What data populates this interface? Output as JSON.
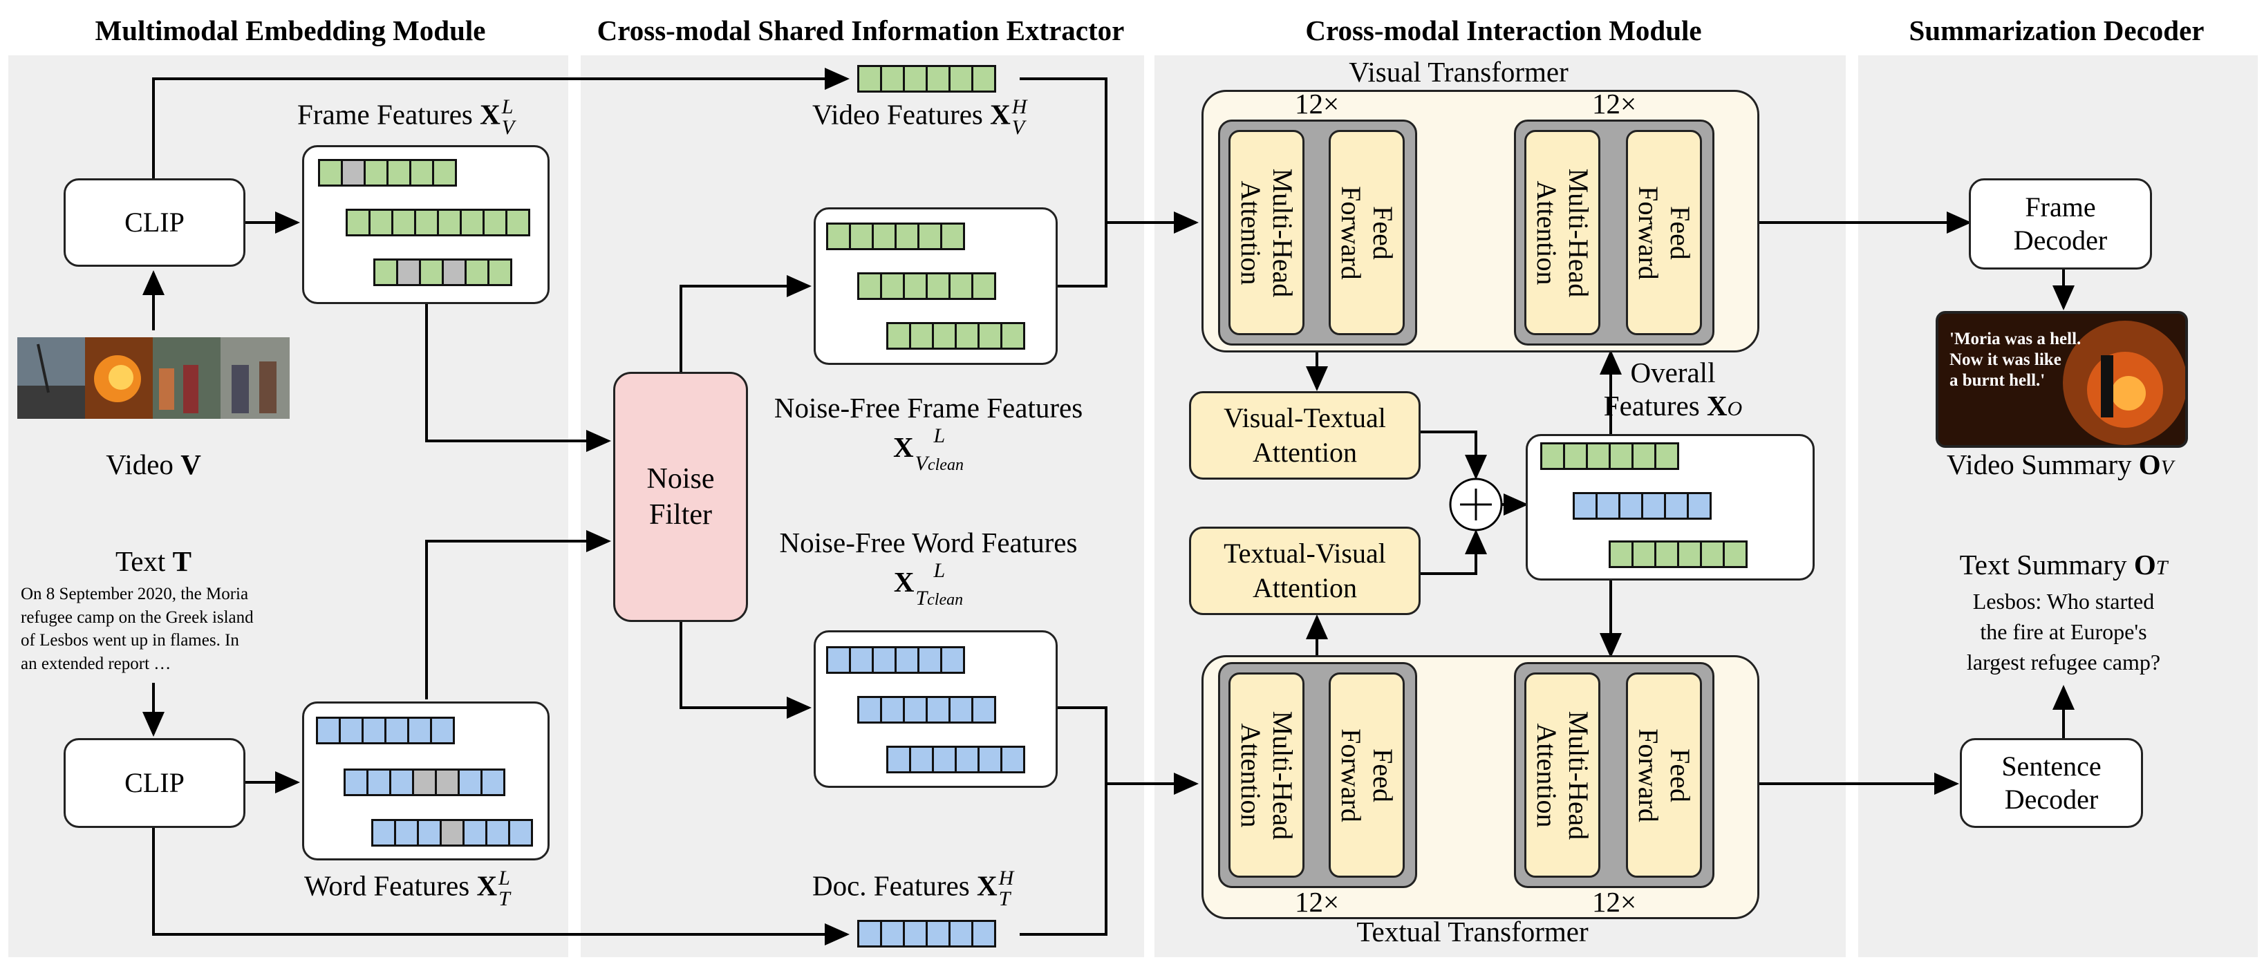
{
  "headers": {
    "embedding": "Multimodal Embedding Module",
    "extractor": "Cross-modal Shared Information Extractor",
    "interaction": "Cross-modal Interaction Module",
    "decoder": "Summarization Decoder"
  },
  "embedding": {
    "clip_top": "CLIP",
    "clip_bottom": "CLIP",
    "frame_features_label": "Frame Features",
    "frame_features_sym": "X",
    "frame_features_sup": "L",
    "frame_features_sub": "V",
    "video_label": "Video",
    "video_sym": "V",
    "text_label": "Text",
    "text_sym": "T",
    "text_paragraph": [
      "On 8 September 2020, the Moria",
      "refugee camp on the Greek island",
      "of Lesbos went up in flames. In",
      "an extended report …"
    ],
    "word_features_label": "Word Features",
    "word_features_sym": "X",
    "word_features_sup": "L",
    "word_features_sub": "T"
  },
  "extractor": {
    "video_features_label": "Video Features",
    "video_features_sym": "X",
    "video_features_sup": "H",
    "video_features_sub": "V",
    "noise_filter": "Noise Filter",
    "nf_frame_label": "Noise-Free Frame Features",
    "nf_frame_sym": "X",
    "nf_frame_sup": "L",
    "nf_frame_sub": "V",
    "nf_frame_subsub": "clean",
    "nf_word_label": "Noise-Free Word Features",
    "nf_word_sym": "X",
    "nf_word_sup": "L",
    "nf_word_sub": "T",
    "nf_word_subsub": "clean",
    "doc_features_label": "Doc. Features",
    "doc_features_sym": "X",
    "doc_features_sup": "H",
    "doc_features_sub": "T"
  },
  "interaction": {
    "visual_transformer": "Visual Transformer",
    "textual_transformer": "Textual Transformer",
    "repeat": "12×",
    "mha": "Multi-Head Attention",
    "ff": "Feed Forward",
    "visual_textual_attention": "Visual-Textual Attention",
    "textual_visual_attention": "Textual-Visual Attention",
    "overall_label": "Overall",
    "overall_features": "Features",
    "overall_sym": "X",
    "overall_sub": "O",
    "plus": "+"
  },
  "decoder": {
    "frame_decoder": "Frame Decoder",
    "sentence_decoder": "Sentence Decoder",
    "video_summary_label": "Video Summary",
    "video_summary_sym": "O",
    "video_summary_sub": "V",
    "text_summary_label": "Text Summary",
    "text_summary_sym": "O",
    "text_summary_sub": "T",
    "text_summary_lines": [
      "Lesbos: Who started",
      "the fire at Europe's",
      "largest refugee camp?"
    ],
    "summary_image_quote": [
      "'Moria was a hell.",
      "Now it was like",
      "a burnt hell.'"
    ]
  },
  "colors": {
    "video_token": "#b4d89a",
    "text_token": "#a9c9ef",
    "noise_token": "#bdbdbd",
    "noise_filter": "#f8d4d4",
    "attention_block": "#fdefc4",
    "transformer_bg": "#fdf8e9",
    "panel_bg": "#efefef"
  },
  "token_rows": {
    "frame_features": [
      "gxgggg",
      "gggggggg",
      "gxgxgg"
    ],
    "video_features": [
      "gggggg"
    ],
    "nf_frame": [
      "gggggg",
      "gggggg",
      "gggggg"
    ],
    "word_features": [
      "bbbbbb",
      "bbbxxbb",
      "bbbxbbb"
    ],
    "doc_features": [
      "bbbbbb"
    ],
    "nf_word": [
      "bbbbbb",
      "bbbbbb",
      "bbbbbb"
    ],
    "overall": [
      "gggggg",
      "bbbbbb",
      "gggggg"
    ]
  }
}
